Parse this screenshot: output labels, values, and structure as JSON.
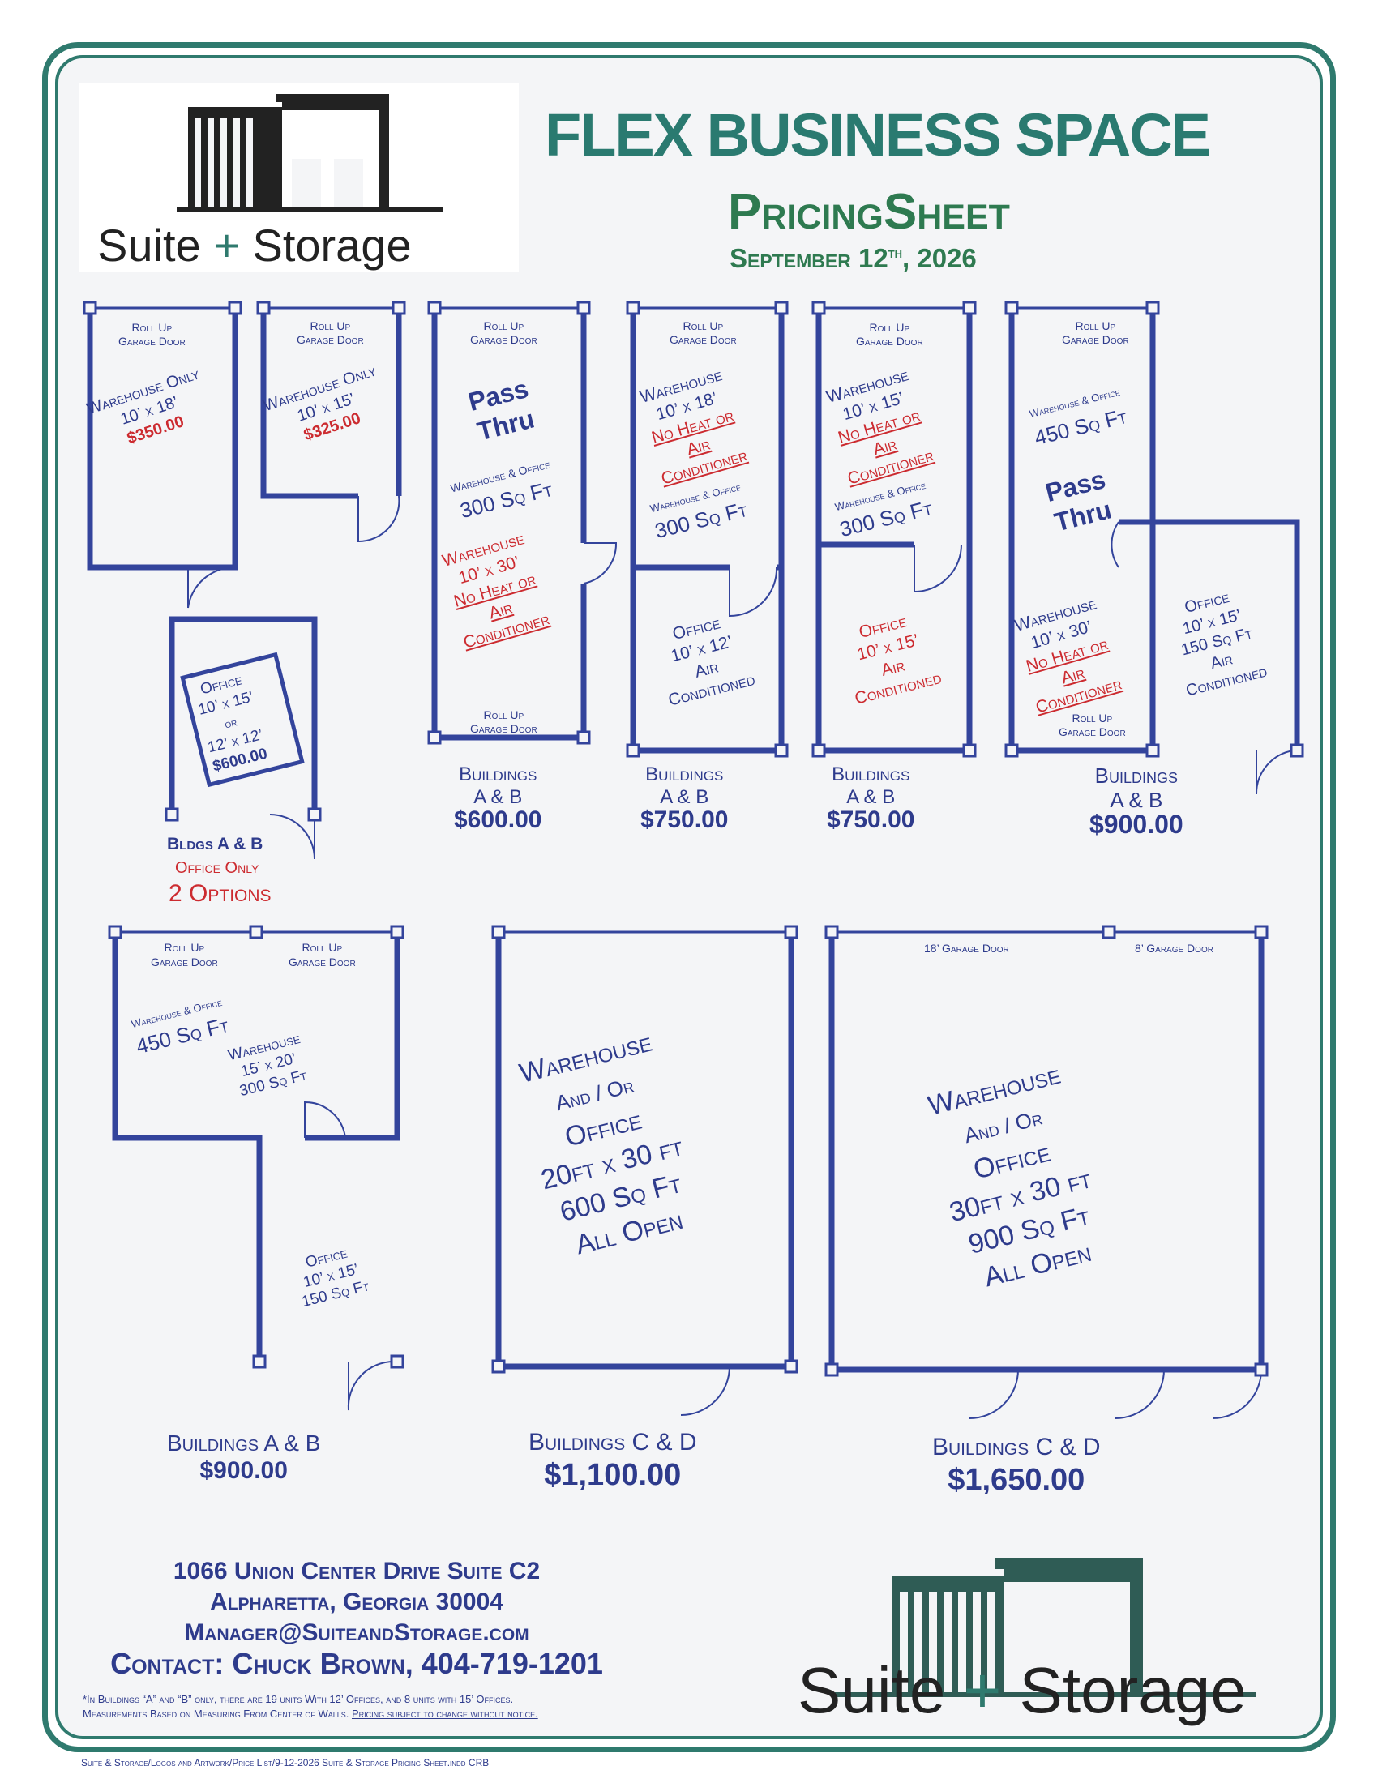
{
  "header": {
    "title": "FLEX BUSINESS SPACE",
    "subtitle": "PricingSheet",
    "date_main": "September 12",
    "date_sup": "th",
    "date_year": ", 2026"
  },
  "logo": {
    "text_left": "Suite",
    "plus": "+",
    "text_right": "Storage"
  },
  "units": [
    {
      "door": [
        "Roll Up",
        "Garage Door"
      ],
      "type": "Warehouse Only",
      "size": "10’ x 18’",
      "price": "$350.00"
    },
    {
      "door": [
        "Roll Up",
        "Garage Door"
      ],
      "type": "Warehouse Only",
      "size": "10’ x 15’",
      "price": "$325.00"
    },
    {
      "office": "Office",
      "size1": "10’ x 15’",
      "or": "or",
      "size2": "12’ x 12’",
      "price": "$600.00",
      "label_bldg": "Bldgs A & B",
      "label_only": "Office Only",
      "label_opts": "2 Options"
    },
    {
      "door": [
        "Roll Up",
        "Garage Door"
      ],
      "pass": [
        "Pass",
        "Thru"
      ],
      "wo": "Warehouse & Office",
      "sqft": "300 Sq Ft",
      "wh": "Warehouse",
      "size": "10’ x 30’",
      "noheat": [
        "No Heat or",
        "Air",
        "Conditioner"
      ],
      "door2": [
        "Roll Up",
        "Garage Door"
      ],
      "bldg": "Buildings",
      "ab": "A & B",
      "price": "$600.00"
    },
    {
      "door": [
        "Roll Up",
        "Garage Door"
      ],
      "wh": "Warehouse",
      "size": "10’ x 18’",
      "noheat": [
        "No Heat or",
        "Air",
        "Conditioner"
      ],
      "wo": "Warehouse & Office",
      "sqft": "300 Sq Ft",
      "office": "Office",
      "osize": "10’ x 12’",
      "oac": [
        "Air",
        "Conditioned"
      ],
      "bldg": "Buildings",
      "ab": "A & B",
      "price": "$750.00"
    },
    {
      "door": [
        "Roll Up",
        "Garage Door"
      ],
      "wh": "Warehouse",
      "size": "10’ x 15’",
      "noheat": [
        "No Heat or",
        "Air",
        "Conditioner"
      ],
      "wo": "Warehouse & Office",
      "sqft": "300 Sq Ft",
      "office": "Office",
      "osize": "10’ x 15’",
      "oac": [
        "Air",
        "Conditioned"
      ],
      "bldg": "Buildings",
      "ab": "A & B",
      "price": "$750.00"
    },
    {
      "door": [
        "Roll Up",
        "Garage Door"
      ],
      "wo": "Warehouse & Office",
      "sqft": "450 Sq Ft",
      "pass": [
        "Pass",
        "Thru"
      ],
      "wh": "Warehouse",
      "size": "10’ x 30’",
      "noheat": [
        "No Heat or",
        "Air",
        "Conditioner"
      ],
      "door2": [
        "Roll Up",
        "Garage Door"
      ],
      "office": "Office",
      "osize": "10’ x 15’",
      "osqft": "150 Sq Ft",
      "oac": [
        "Air",
        "Conditioned"
      ],
      "bldg": "Buildings",
      "ab": "A & B",
      "price": "$900.00"
    },
    {
      "door_a": [
        "Roll Up",
        "Garage Door"
      ],
      "door_b": [
        "Roll Up",
        "Garage Door"
      ],
      "wo": "Warehouse & Office",
      "sqft": "450 Sq Ft",
      "wh": "Warehouse",
      "size": "15’ x 20’",
      "whsq": "300 Sq Ft",
      "office": "Office",
      "osize": "10’ x 15’",
      "osqft": "150 Sq Ft",
      "bldg": "Buildings A & B",
      "price": "$900.00"
    },
    {
      "lines": [
        "Warehouse",
        "And / Or",
        "Office",
        "20ft x 30 ft",
        "600 Sq Ft",
        "All Open"
      ],
      "bldg": "Buildings C & D",
      "price": "$1,100.00"
    },
    {
      "door_a": "18’ Garage Door",
      "door_b": "8’ Garage Door",
      "lines": [
        "Warehouse",
        "And / Or",
        "Office",
        "30ft x 30 ft",
        "900 Sq Ft",
        "All Open"
      ],
      "bldg": "Buildings C & D",
      "price": "$1,650.00"
    }
  ],
  "contact": {
    "address1": "1066 Union Center Drive Suite C2",
    "address2": "Alpharetta, Georgia 30004",
    "email": "Manager@SuiteandStorage.com",
    "contact": "Contact: Chuck Brown, 404-719-1201",
    "note1": "*In Buildings “A” and “B” only, there are 19 units With 12’ Offices, and 8 units with 15’ Offices.",
    "note2a": "Measurements Based on Measuring From Center of Walls.",
    "note2b": "Pricing subject to change without notice."
  },
  "footer": "Suite & Storage/Logos and Artwork/Price List/9-12-2026 Suite & Storage Pricing Sheet.indd CRB",
  "colors": {
    "wall": "#33449c",
    "teal": "#2f7a6e",
    "red": "#cc2b30",
    "navy": "#2e3b8c",
    "logo_dark": "#222222"
  }
}
